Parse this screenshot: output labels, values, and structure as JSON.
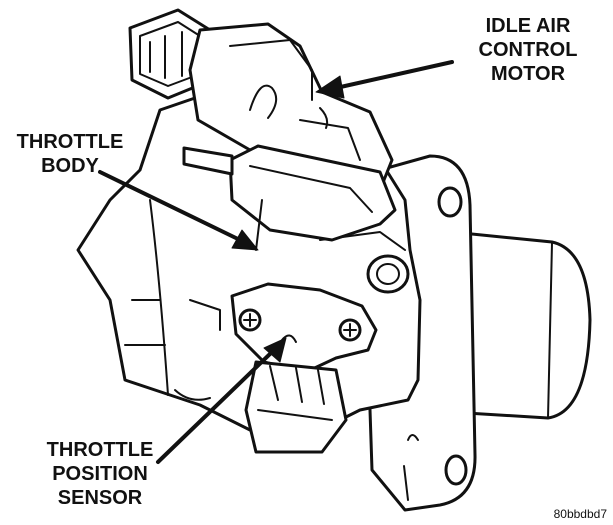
{
  "labels": {
    "idle_air_control_motor": [
      "IDLE AIR",
      "CONTROL",
      "MOTOR"
    ],
    "throttle_body": [
      "THROTTLE",
      "BODY"
    ],
    "throttle_position_sensor": [
      "THROTTLE",
      "POSITION",
      "SENSOR"
    ]
  },
  "figure_id": "80bbdbd7",
  "colors": {
    "line": "#111111",
    "background": "#ffffff"
  }
}
